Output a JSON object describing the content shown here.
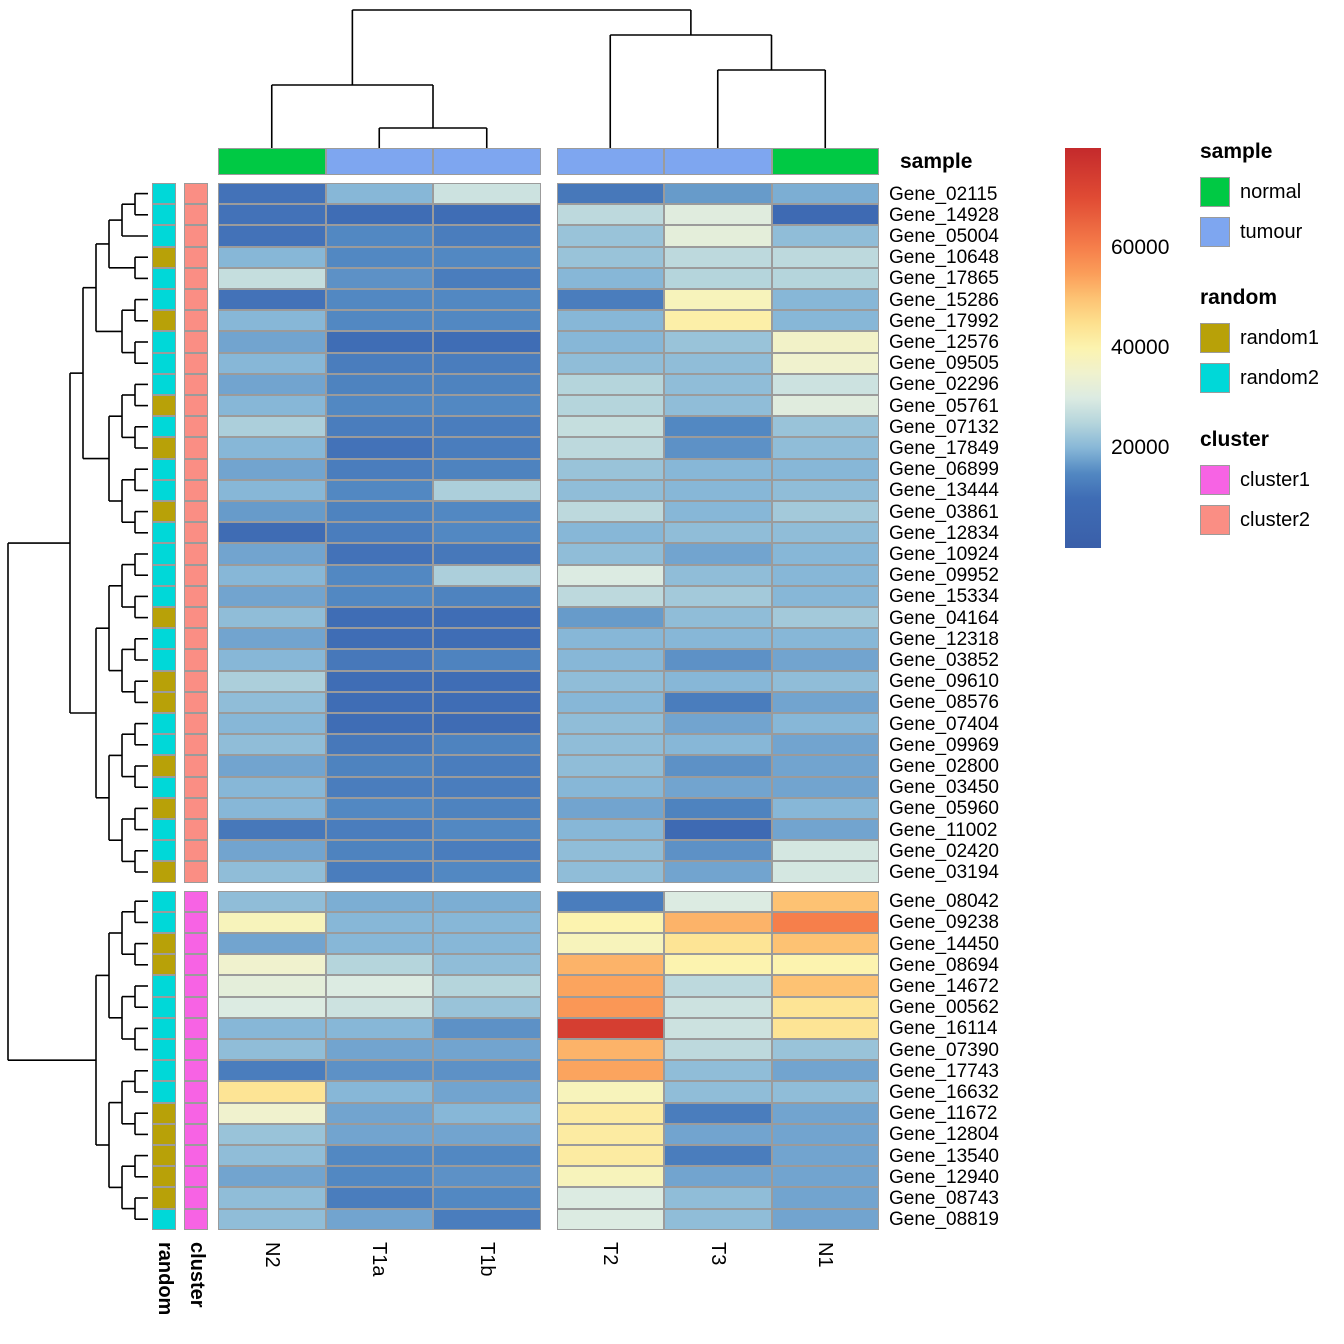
{
  "annotation_titles": {
    "sample": "sample",
    "random": "random",
    "cluster": "cluster"
  },
  "colors": {
    "normal": "#00C944",
    "tumour": "#7EA6F0",
    "random1": "#B8A108",
    "random2": "#00D8D8",
    "cluster1": "#F763E4",
    "cluster2": "#FA8E84",
    "cell_border": "#9B9B9B",
    "dendrogram": "#000000"
  },
  "legends": [
    {
      "title": "sample",
      "items": [
        {
          "label": "normal",
          "key": "normal"
        },
        {
          "label": "tumour",
          "key": "tumour"
        }
      ]
    },
    {
      "title": "random",
      "items": [
        {
          "label": "random1",
          "key": "random1"
        },
        {
          "label": "random2",
          "key": "random2"
        }
      ]
    },
    {
      "title": "cluster",
      "items": [
        {
          "label": "cluster1",
          "key": "cluster1"
        },
        {
          "label": "cluster2",
          "key": "cluster2"
        }
      ]
    }
  ],
  "colorbar": {
    "min": 0,
    "max": 80000,
    "ticks": [
      {
        "value": 60000,
        "label": "60000"
      },
      {
        "value": 40000,
        "label": "40000"
      },
      {
        "value": 20000,
        "label": "20000"
      }
    ]
  },
  "chart_data": {
    "type": "heatmap",
    "columns": [
      "N2",
      "T1a",
      "T1b",
      "T2",
      "T3",
      "N1"
    ],
    "column_sample": [
      "normal",
      "tumour",
      "tumour",
      "tumour",
      "tumour",
      "normal"
    ],
    "row_annotation_names": [
      "random",
      "cluster"
    ],
    "color_scale": {
      "stops": [
        [
          0,
          "#3A5FA9"
        ],
        [
          10000,
          "#3F6DB5"
        ],
        [
          15000,
          "#5288C2"
        ],
        [
          20000,
          "#87B7D7"
        ],
        [
          25000,
          "#B5D5DC"
        ],
        [
          30000,
          "#DCEBE2"
        ],
        [
          35000,
          "#F0F2CE"
        ],
        [
          40000,
          "#FCF3AF"
        ],
        [
          45000,
          "#FDE08E"
        ],
        [
          50000,
          "#FDC273"
        ],
        [
          55000,
          "#FB9D59"
        ],
        [
          60000,
          "#F67F4B"
        ],
        [
          70000,
          "#E04B34"
        ],
        [
          80000,
          "#C42A2C"
        ]
      ]
    },
    "row_blocks": [
      {
        "cluster": "cluster2",
        "rows": [
          {
            "gene": "Gene_02115",
            "random": "random2",
            "values": [
              11000,
              20000,
              28000,
              12000,
              17000,
              19000
            ]
          },
          {
            "gene": "Gene_14928",
            "random": "random2",
            "values": [
              11000,
              10000,
              10000,
              26000,
              31000,
              8000
            ]
          },
          {
            "gene": "Gene_05004",
            "random": "random2",
            "values": [
              11000,
              15000,
              13000,
              22000,
              32000,
              21000
            ]
          },
          {
            "gene": "Gene_10648",
            "random": "random1",
            "values": [
              20000,
              15000,
              15000,
              22000,
              26000,
              26000
            ]
          },
          {
            "gene": "Gene_17865",
            "random": "random2",
            "values": [
              27000,
              16000,
              13000,
              20000,
              25000,
              25000
            ]
          },
          {
            "gene": "Gene_15286",
            "random": "random2",
            "values": [
              11000,
              15000,
              15000,
              13000,
              38000,
              20000
            ]
          },
          {
            "gene": "Gene_17992",
            "random": "random1",
            "values": [
              20000,
              15000,
              15000,
              20000,
              41000,
              20000
            ]
          },
          {
            "gene": "Gene_12576",
            "random": "random2",
            "values": [
              18000,
              10000,
              10000,
              20000,
              22000,
              36000
            ]
          },
          {
            "gene": "Gene_09505",
            "random": "random2",
            "values": [
              20000,
              13000,
              13000,
              21000,
              21000,
              35000
            ]
          },
          {
            "gene": "Gene_02296",
            "random": "random2",
            "values": [
              18000,
              14000,
              14000,
              25000,
              21000,
              28000
            ]
          },
          {
            "gene": "Gene_05761",
            "random": "random1",
            "values": [
              20000,
              15000,
              15000,
              25000,
              21000,
              31000
            ]
          },
          {
            "gene": "Gene_07132",
            "random": "random2",
            "values": [
              24000,
              13000,
              13000,
              27000,
              15000,
              22000
            ]
          },
          {
            "gene": "Gene_17849",
            "random": "random1",
            "values": [
              20000,
              11000,
              13000,
              26000,
              16000,
              21000
            ]
          },
          {
            "gene": "Gene_06899",
            "random": "random2",
            "values": [
              18000,
              13000,
              14000,
              22000,
              20000,
              20000
            ]
          },
          {
            "gene": "Gene_13444",
            "random": "random2",
            "values": [
              20000,
              15000,
              24000,
              21000,
              20000,
              21000
            ]
          },
          {
            "gene": "Gene_03861",
            "random": "random1",
            "values": [
              17000,
              14000,
              15000,
              26000,
              20000,
              23000
            ]
          },
          {
            "gene": "Gene_12834",
            "random": "random2",
            "values": [
              9000,
              13000,
              15000,
              20000,
              21000,
              21000
            ]
          },
          {
            "gene": "Gene_10924",
            "random": "random2",
            "values": [
              18000,
              11000,
              12000,
              21000,
              18000,
              20000
            ]
          },
          {
            "gene": "Gene_09952",
            "random": "random2",
            "values": [
              20000,
              15000,
              24000,
              30000,
              21000,
              20000
            ]
          },
          {
            "gene": "Gene_15334",
            "random": "random2",
            "values": [
              18000,
              15000,
              14000,
              26000,
              23000,
              20000
            ]
          },
          {
            "gene": "Gene_04164",
            "random": "random1",
            "values": [
              21000,
              10000,
              10000,
              17000,
              21000,
              23000
            ]
          },
          {
            "gene": "Gene_12318",
            "random": "random2",
            "values": [
              18000,
              10000,
              10000,
              20000,
              20000,
              20000
            ]
          },
          {
            "gene": "Gene_03852",
            "random": "random2",
            "values": [
              20000,
              12000,
              14000,
              20000,
              16000,
              18000
            ]
          },
          {
            "gene": "Gene_09610",
            "random": "random1",
            "values": [
              24000,
              10000,
              10000,
              21000,
              20000,
              21000
            ]
          },
          {
            "gene": "Gene_08576",
            "random": "random1",
            "values": [
              21000,
              10000,
              10000,
              20000,
              13000,
              18000
            ]
          },
          {
            "gene": "Gene_07404",
            "random": "random2",
            "values": [
              20000,
              10000,
              9000,
              21000,
              18000,
              20000
            ]
          },
          {
            "gene": "Gene_09969",
            "random": "random2",
            "values": [
              21000,
              12000,
              14000,
              21000,
              20000,
              18000
            ]
          },
          {
            "gene": "Gene_02800",
            "random": "random1",
            "values": [
              18000,
              14000,
              13000,
              21000,
              16000,
              18000
            ]
          },
          {
            "gene": "Gene_03450",
            "random": "random2",
            "values": [
              20000,
              13000,
              13000,
              20000,
              18000,
              18000
            ]
          },
          {
            "gene": "Gene_05960",
            "random": "random1",
            "values": [
              20000,
              15000,
              14000,
              18000,
              14000,
              20000
            ]
          },
          {
            "gene": "Gene_11002",
            "random": "random2",
            "values": [
              12000,
              13000,
              15000,
              20000,
              8000,
              18000
            ]
          },
          {
            "gene": "Gene_02420",
            "random": "random2",
            "values": [
              18000,
              14000,
              13000,
              21000,
              16000,
              29000
            ]
          },
          {
            "gene": "Gene_03194",
            "random": "random1",
            "values": [
              21000,
              13000,
              15000,
              21000,
              18000,
              29000
            ]
          }
        ]
      },
      {
        "cluster": "cluster1",
        "rows": [
          {
            "gene": "Gene_08042",
            "random": "random2",
            "values": [
              21000,
              19000,
              19000,
              13000,
              30000,
              50000
            ]
          },
          {
            "gene": "Gene_09238",
            "random": "random2",
            "values": [
              38000,
              20000,
              20000,
              40000,
              52000,
              60000
            ]
          },
          {
            "gene": "Gene_14450",
            "random": "random1",
            "values": [
              18000,
              20000,
              20000,
              38000,
              44000,
              50000
            ]
          },
          {
            "gene": "Gene_08694",
            "random": "random1",
            "values": [
              35000,
              25000,
              21000,
              52000,
              40000,
              40000
            ]
          },
          {
            "gene": "Gene_14672",
            "random": "random2",
            "values": [
              32000,
              30000,
              25000,
              54000,
              26000,
              50000
            ]
          },
          {
            "gene": "Gene_00562",
            "random": "random2",
            "values": [
              30000,
              28000,
              22000,
              56000,
              28000,
              44000
            ]
          },
          {
            "gene": "Gene_16114",
            "random": "random2",
            "values": [
              20000,
              20000,
              16000,
              74000,
              28000,
              44000
            ]
          },
          {
            "gene": "Gene_07390",
            "random": "random2",
            "values": [
              21000,
              18000,
              18000,
              52000,
              26000,
              22000
            ]
          },
          {
            "gene": "Gene_17743",
            "random": "random2",
            "values": [
              13000,
              16000,
              16000,
              54000,
              21000,
              18000
            ]
          },
          {
            "gene": "Gene_16632",
            "random": "random2",
            "values": [
              44000,
              20000,
              18000,
              38000,
              21000,
              21000
            ]
          },
          {
            "gene": "Gene_11672",
            "random": "random1",
            "values": [
              35000,
              18000,
              20000,
              42000,
              13000,
              18000
            ]
          },
          {
            "gene": "Gene_12804",
            "random": "random1",
            "values": [
              22000,
              18000,
              18000,
              42000,
              18000,
              18000
            ]
          },
          {
            "gene": "Gene_13540",
            "random": "random1",
            "values": [
              21000,
              15000,
              15000,
              42000,
              13000,
              18000
            ]
          },
          {
            "gene": "Gene_12940",
            "random": "random1",
            "values": [
              18000,
              15000,
              16000,
              38000,
              18000,
              18000
            ]
          },
          {
            "gene": "Gene_08743",
            "random": "random1",
            "values": [
              21000,
              13000,
              15000,
              30000,
              21000,
              18000
            ]
          },
          {
            "gene": "Gene_08819",
            "random": "random2",
            "values": [
              21000,
              18000,
              13000,
              30000,
              21000,
              18000
            ]
          }
        ]
      }
    ]
  }
}
